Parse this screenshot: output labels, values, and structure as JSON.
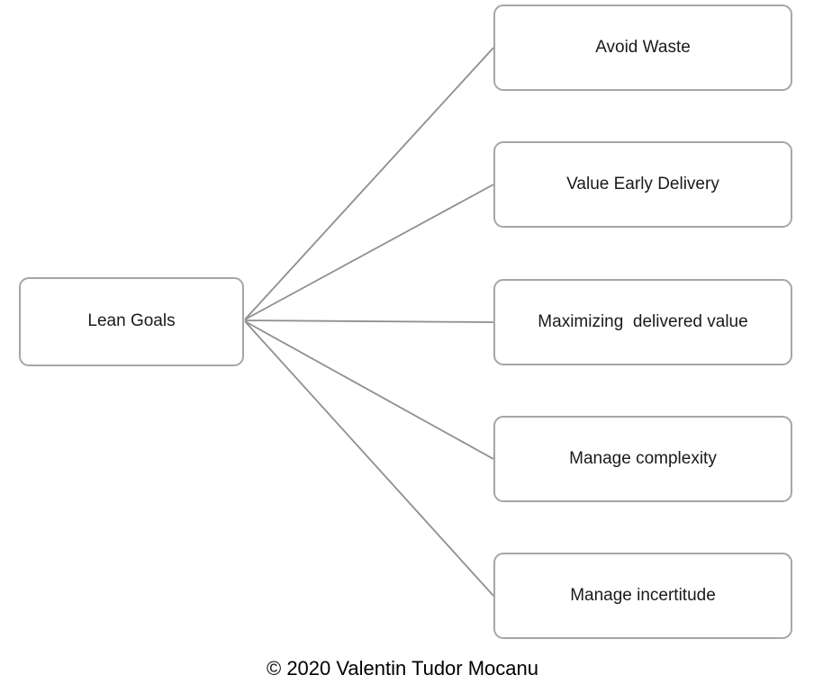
{
  "diagram": {
    "root": {
      "label": "Lean Goals"
    },
    "children": [
      {
        "label": "Avoid Waste"
      },
      {
        "label": "Value Early Delivery"
      },
      {
        "label": "Maximizing  delivered value"
      },
      {
        "label": "Manage complexity"
      },
      {
        "label": "Manage incertitude"
      }
    ],
    "caption": "© 2020 Valentin Tudor Mocanu",
    "colors": {
      "background": "#ffffff",
      "border": "#a6a6a6",
      "line": "#8f8f8f",
      "text": "#1a1a1a"
    }
  }
}
